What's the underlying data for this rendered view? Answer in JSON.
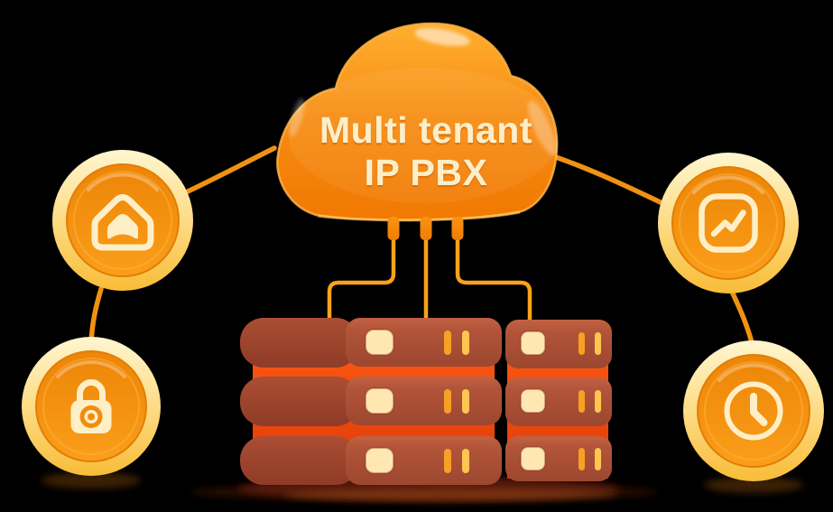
{
  "illustration": {
    "cloud": {
      "title_line1": "Multi tenant",
      "title_line2": "IP PBX"
    },
    "badges": [
      {
        "icon": "home-icon",
        "position": "top-left"
      },
      {
        "icon": "trend-chart-icon",
        "position": "top-right"
      },
      {
        "icon": "lock-icon",
        "position": "bottom-left"
      },
      {
        "icon": "clock-icon",
        "position": "bottom-right"
      }
    ],
    "server_stack": {
      "towers": 2,
      "units_per_tower": 3
    },
    "colors": {
      "background": "#000000",
      "cloud_top": "#FFAE2E",
      "cloud_bottom": "#F17802",
      "cloud_rim": "#FFB347",
      "cloud_text": "#FCEFC8",
      "badge_ring_top": "#FFF6D0",
      "badge_ring_bottom": "#F8BC38",
      "badge_face_top": "#ED8507",
      "badge_face_bottom": "#FA9F1B",
      "icon": "#FFEFC6",
      "connector": "#EF9212",
      "cable": "#F9A21C",
      "server_side": "#A84C33",
      "server_front": "#B25439",
      "server_stripe": "#EF4A0C",
      "server_light": "#FFE7B2",
      "server_vent_left": "#F7A026",
      "server_vent_right": "#FFC551"
    }
  }
}
